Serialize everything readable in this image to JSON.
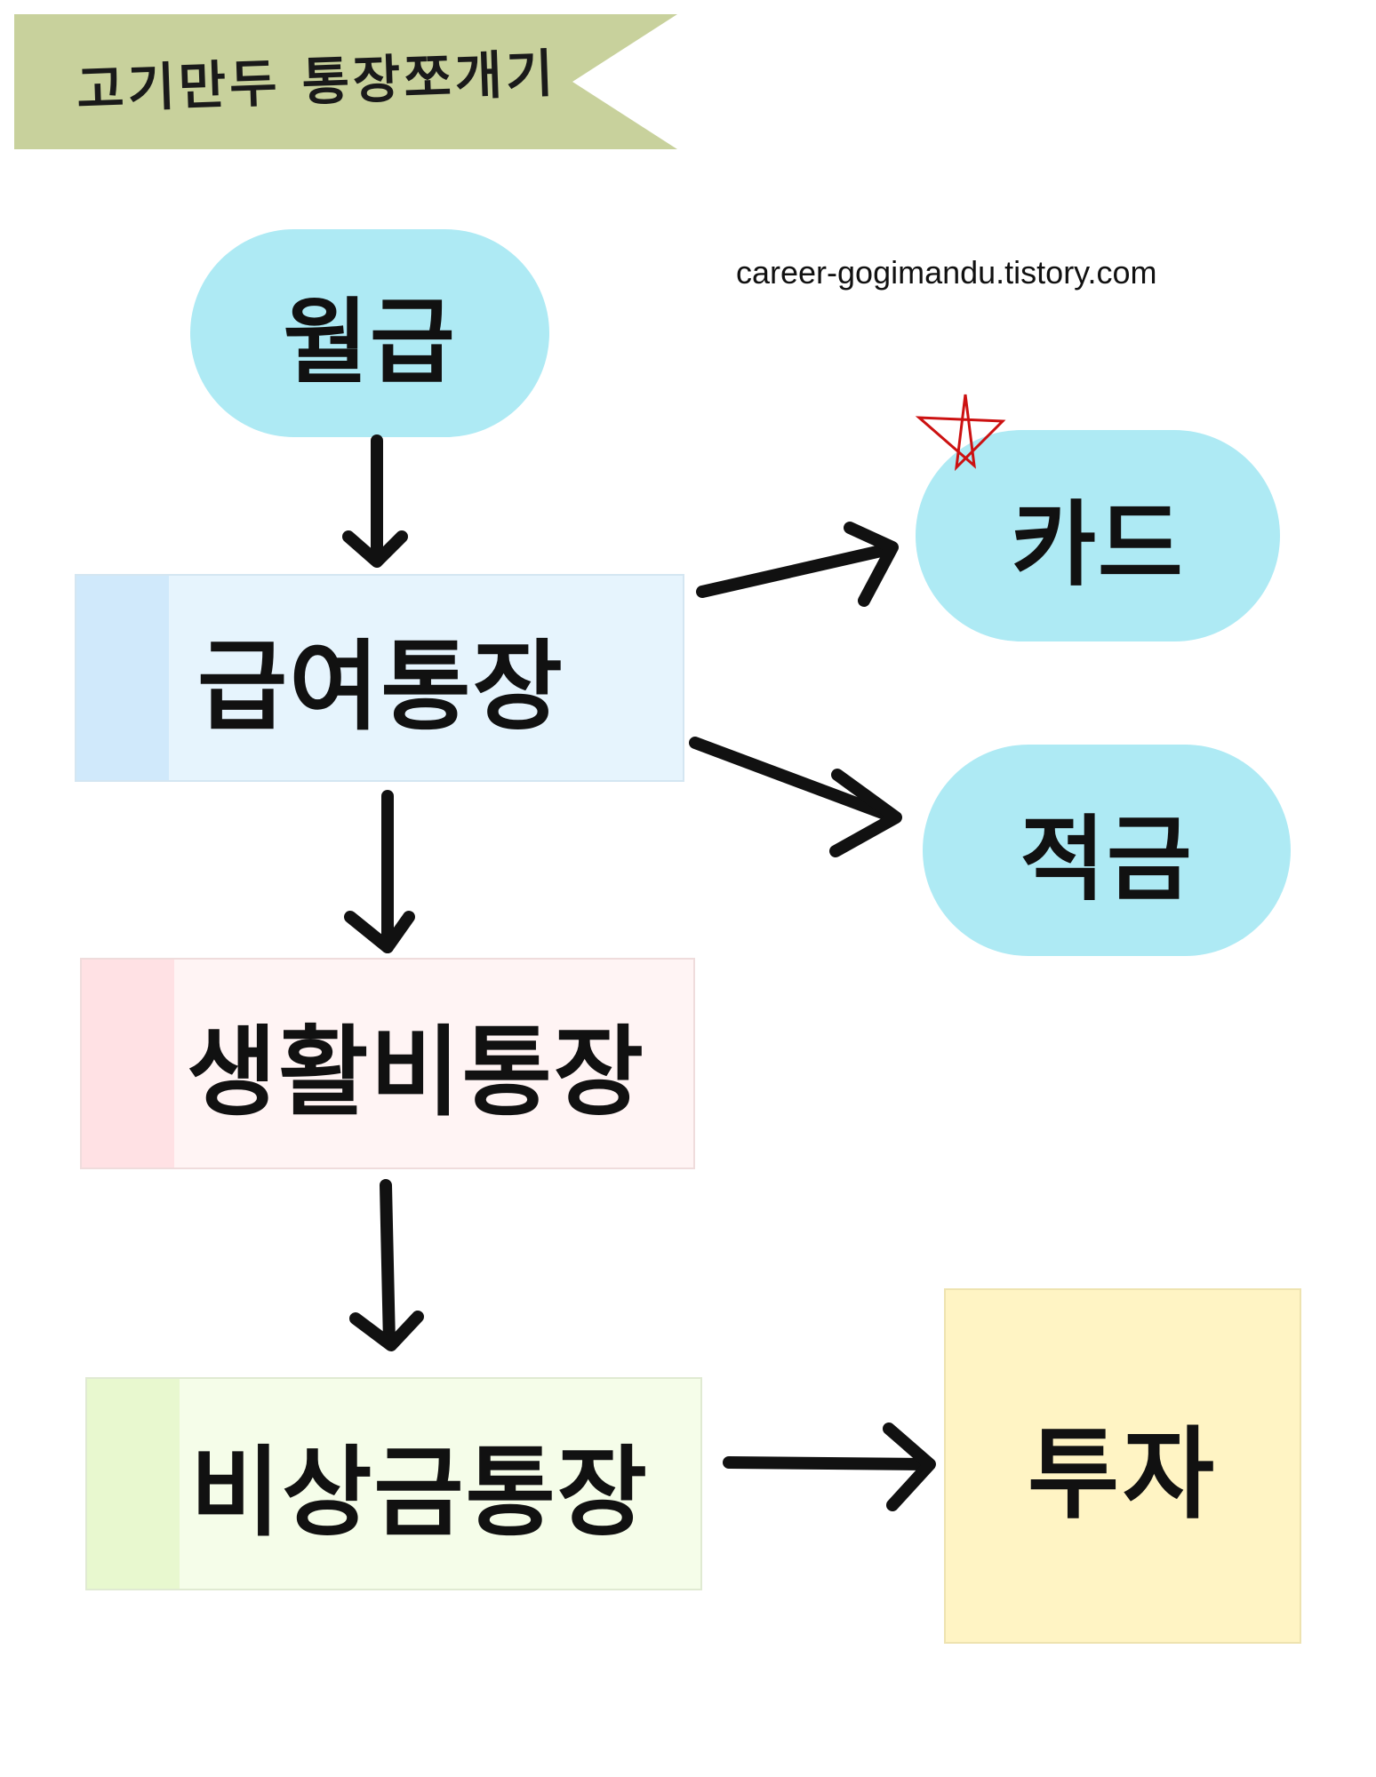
{
  "banner": {
    "title": "고기만두 통장쪼개기",
    "color": "#c8d19c"
  },
  "source_url": "career-gogimandu.tistory.com",
  "nodes": {
    "salary": "월급",
    "salary_account": "급여통장",
    "card": "카드",
    "savings": "적금",
    "living_account": "생활비통장",
    "emergency_account": "비상금통장",
    "investment": "투자"
  },
  "colors": {
    "pill": "#aeeaf4",
    "salary_account_bg": "#e6f4fd",
    "salary_account_strip": "#d0e9fb",
    "living_account_bg": "#fff4f4",
    "living_account_strip": "#ffe1e4",
    "emergency_account_bg": "#f5fde9",
    "emergency_account_strip": "#e8f8cf",
    "investment_bg": "#fff4c4",
    "star": "#cc1111"
  },
  "edges": [
    {
      "from": "월급",
      "to": "급여통장"
    },
    {
      "from": "급여통장",
      "to": "카드"
    },
    {
      "from": "급여통장",
      "to": "적금"
    },
    {
      "from": "급여통장",
      "to": "생활비통장"
    },
    {
      "from": "생활비통장",
      "to": "비상금통장"
    },
    {
      "from": "비상금통장",
      "to": "투자"
    }
  ]
}
